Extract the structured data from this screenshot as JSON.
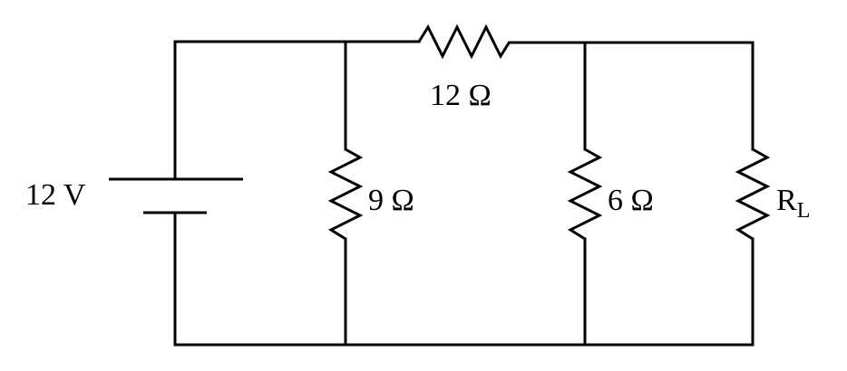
{
  "source": {
    "label": "12 V"
  },
  "resistors": [
    {
      "label": "12 Ω"
    },
    {
      "label": "9 Ω"
    },
    {
      "label": "6 Ω"
    },
    {
      "label_main": "R",
      "label_sub": "L"
    }
  ],
  "colors": {
    "line": "#000000",
    "background": "#ffffff"
  }
}
